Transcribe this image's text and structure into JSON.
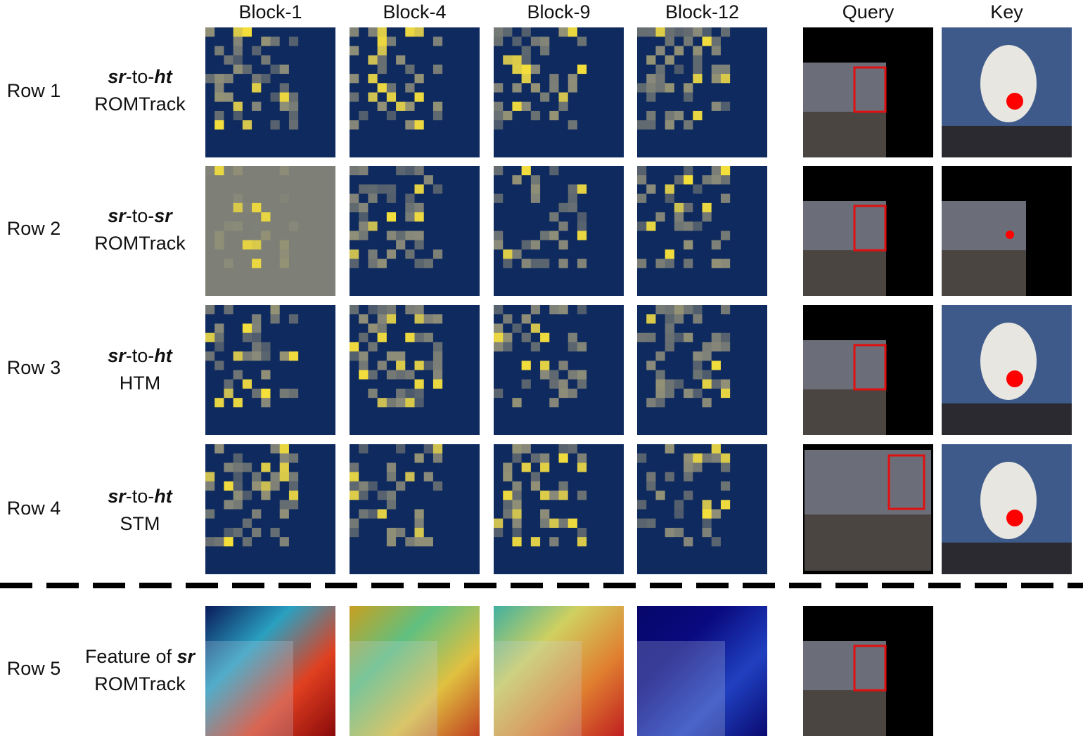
{
  "headers": {
    "block1": "Block-1",
    "block4": "Block-4",
    "block9": "Block-9",
    "block12": "Block-12",
    "query": "Query",
    "key": "Key"
  },
  "rows": [
    {
      "label": "Row 1",
      "method_bold_a": "sr",
      "method_mid": "-to-",
      "method_bold_b": "ht",
      "model": "ROMTrack"
    },
    {
      "label": "Row 2",
      "method_bold_a": "sr",
      "method_mid": "-to-",
      "method_bold_b": "sr",
      "model": "ROMTrack"
    },
    {
      "label": "Row 3",
      "method_bold_a": "sr",
      "method_mid": "-to-",
      "method_bold_b": "ht",
      "model": "HTM"
    },
    {
      "label": "Row 4",
      "method_bold_a": "sr",
      "method_mid": "-to-",
      "method_bold_b": "ht",
      "model": "STM"
    },
    {
      "label": "Row 5",
      "method_prefix": "Feature of ",
      "method_bold_a": "sr",
      "model": "ROMTrack"
    }
  ],
  "colors": {
    "heat_low": "#0f2a5e",
    "heat_mid": "#8a8a7a",
    "heat_high": "#f5e03a",
    "box": "#e01010",
    "query_dot": "#ff0000"
  }
}
